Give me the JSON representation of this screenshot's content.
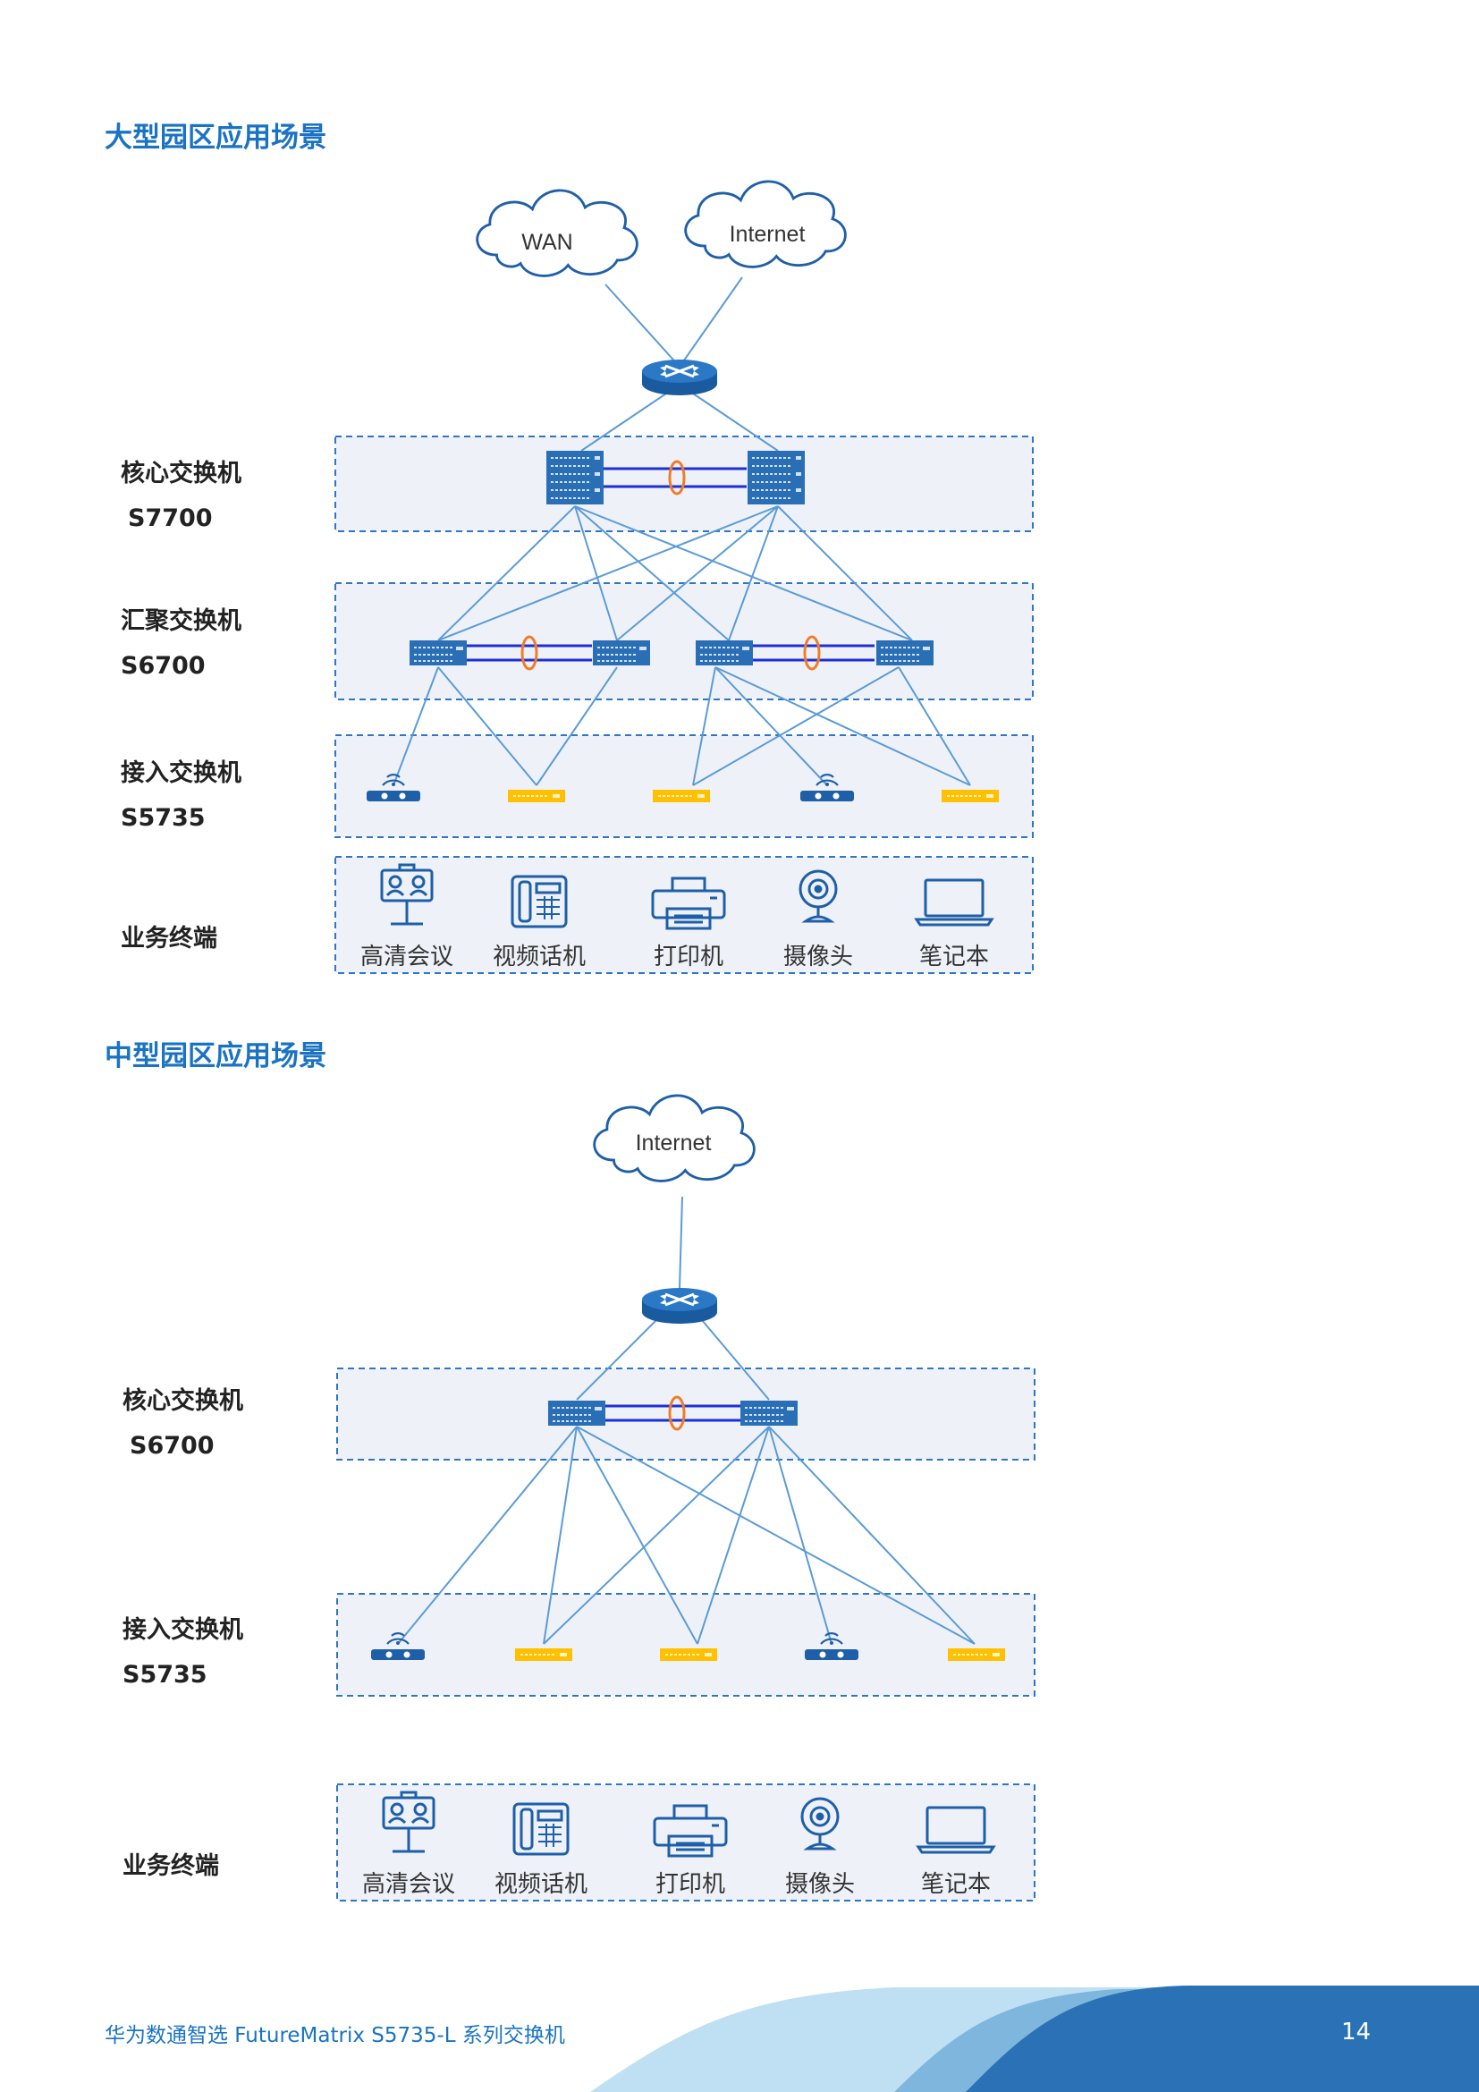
{
  "sections": [
    {
      "title": "大型园区应用场景",
      "clouds": [
        "WAN",
        "Internet"
      ],
      "layers": [
        {
          "name": "核心交换机",
          "model": "S7700"
        },
        {
          "name": "汇聚交换机",
          "model": "S6700"
        },
        {
          "name": "接入交换机",
          "model": "S5735"
        },
        {
          "name": "业务终端",
          "model": ""
        }
      ],
      "terminals": [
        "高清会议",
        "视频话机",
        "打印机",
        "摄像头",
        "笔记本"
      ]
    },
    {
      "title": "中型园区应用场景",
      "clouds": [
        "Internet"
      ],
      "layers": [
        {
          "name": "核心交换机",
          "model": "S6700"
        },
        {
          "name": "接入交换机",
          "model": "S5735"
        },
        {
          "name": "业务终端",
          "model": ""
        }
      ],
      "terminals": [
        "高清会议",
        "视频话机",
        "打印机",
        "摄像头",
        "笔记本"
      ]
    }
  ],
  "footer": {
    "text": "华为数通智选  FutureMatrix S5735-L 系列交换机",
    "page_number": "14"
  },
  "colors": {
    "title": "#1a73c2",
    "link": "#5b9bd5",
    "stack": "#1f2fd6",
    "ring": "#f07c2a",
    "device": "#2a6fb6",
    "access": "#ffc000",
    "panel_fill": "#eef2f8",
    "panel_border": "#2e75c8"
  },
  "icons": [
    "cloud-icon",
    "router-icon",
    "switch-icon",
    "wireless-ap-icon",
    "access-switch-icon",
    "video-conference-icon",
    "video-phone-icon",
    "printer-icon",
    "camera-icon",
    "laptop-icon"
  ]
}
